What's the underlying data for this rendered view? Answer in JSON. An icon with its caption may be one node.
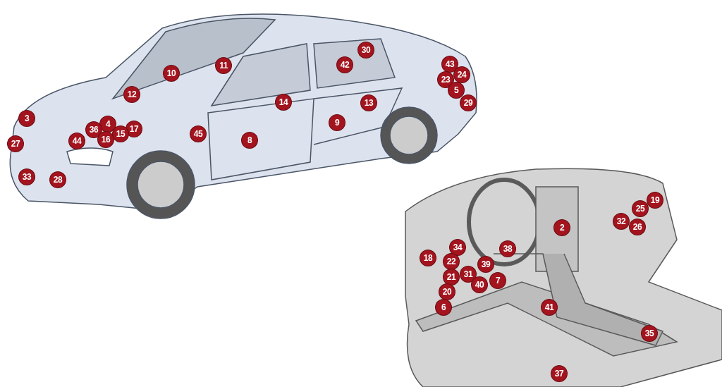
{
  "diagram": {
    "labels": [
      "30",
      "43",
      "42",
      "11",
      "10",
      "24",
      "23",
      "5",
      "12",
      "14",
      "13",
      "29",
      "3",
      "9",
      "4",
      "17",
      "36",
      "15",
      "45",
      "16",
      "44",
      "8",
      "27",
      "33",
      "28",
      "19",
      "25",
      "32",
      "26",
      "2",
      "34",
      "38",
      "18",
      "22",
      "39",
      "31",
      "21",
      "7",
      "40",
      "20",
      "6",
      "41",
      "35",
      "37"
    ]
  }
}
